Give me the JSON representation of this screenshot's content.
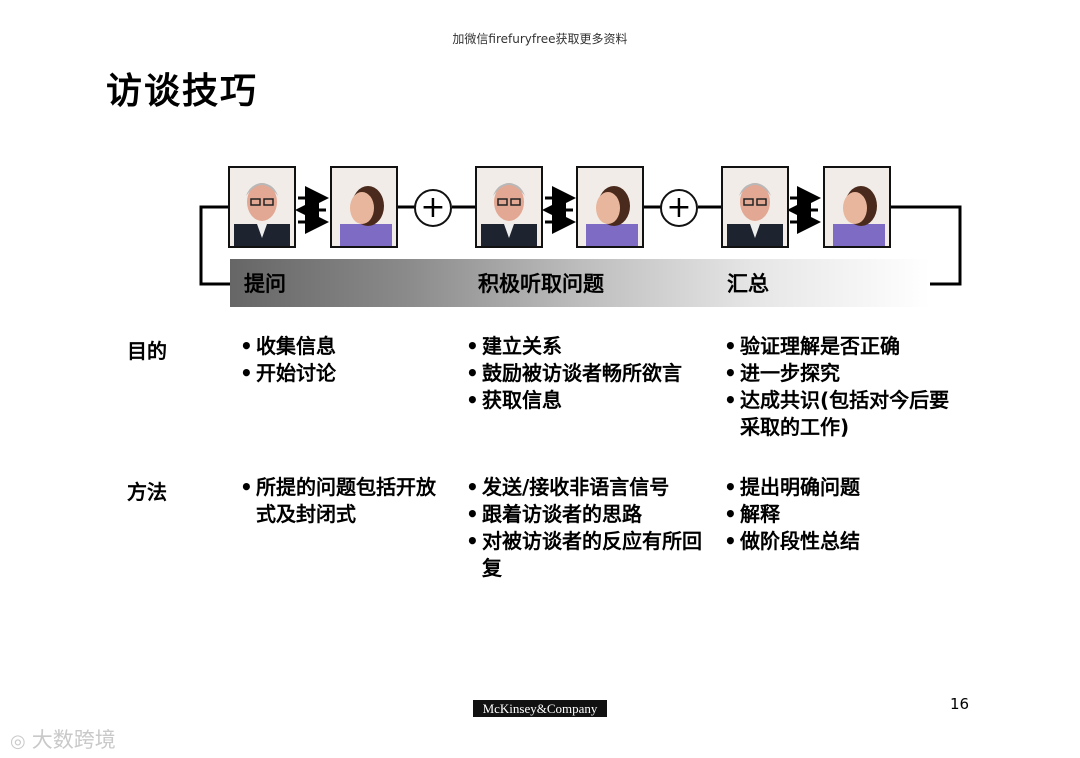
{
  "header_note": "加微信firefuryfree获取更多资料",
  "title": "访谈技巧",
  "stages": [
    {
      "label": "提问"
    },
    {
      "label": "积极听取问题"
    },
    {
      "label": "汇总"
    }
  ],
  "plus_symbol": "+",
  "rows": [
    {
      "label": "目的",
      "columns": [
        [
          "收集信息",
          "开始讨论"
        ],
        [
          "建立关系",
          "鼓励被访谈者畅所欲言",
          "获取信息"
        ],
        [
          "验证理解是否正确",
          "进一步探究",
          "达成共识(包括对今后要采取的工作)"
        ]
      ]
    },
    {
      "label": "方法",
      "columns": [
        [
          "所提的问题包括开放式及封闭式"
        ],
        [
          "发送/接收非语言信号",
          "跟着访谈者的思路",
          "对被访谈者的反应有所回复"
        ],
        [
          "提出明确问题",
          "解释",
          "做阶段性总结"
        ]
      ]
    }
  ],
  "footer": {
    "logo": "McKinsey&Company",
    "page": "16",
    "watermark": "大数跨境"
  }
}
